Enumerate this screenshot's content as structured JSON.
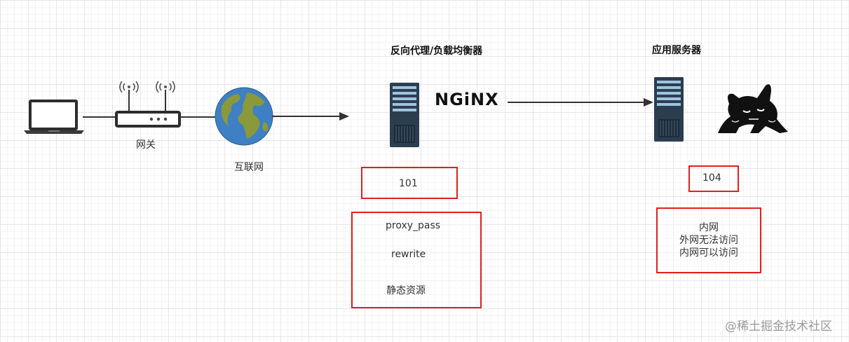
{
  "titles": {
    "proxy": "反向代理/负载均衡器",
    "app": "应用服务器"
  },
  "labels": {
    "gateway": "网关",
    "internet": "互联网",
    "nginx": "NGiNX"
  },
  "boxes": {
    "proxy_ip": "101",
    "app_ip": "104",
    "proxy_features": [
      "proxy_pass",
      "rewrite",
      "静态资源"
    ],
    "app_notes": [
      "内网",
      "外网无法访问",
      "内网可以访问"
    ]
  },
  "watermark": "@稀土掘金技术社区",
  "colors": {
    "highlight_border": "#e02020",
    "server_body": "#2b3e4f",
    "globe_ocean": "#3f7fc4",
    "globe_land": "#8a9a3a"
  }
}
